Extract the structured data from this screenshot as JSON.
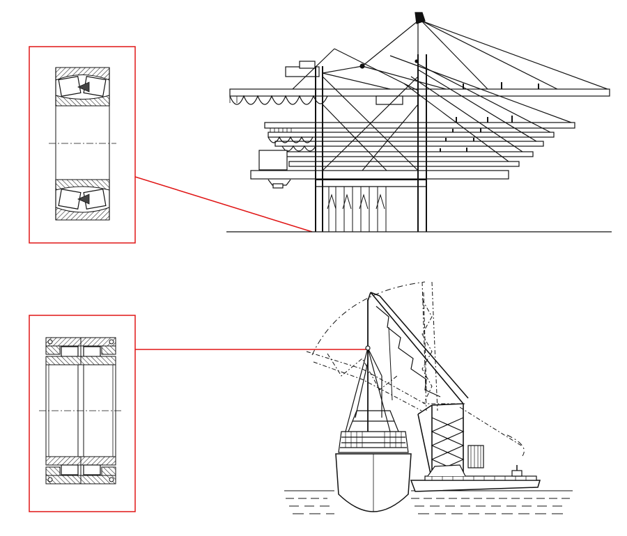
{
  "figure": {
    "panels": [
      {
        "id": "top",
        "subject": "spherical-roller-bearing",
        "equipment": "container-gantry-crane"
      },
      {
        "id": "bottom",
        "subject": "double-row-cylindrical-roller-bearing",
        "equipment": "floating-crane"
      }
    ],
    "colors": {
      "line": "#111111",
      "callout": "#e01515",
      "background": "#ffffff",
      "hatch": "#222222",
      "water": "#111111"
    }
  }
}
